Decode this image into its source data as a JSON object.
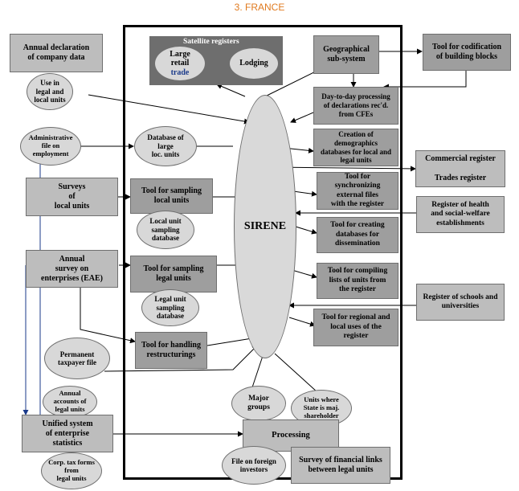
{
  "title": "3. FRANCE",
  "center": {
    "label": "SIRENE"
  },
  "satellite": {
    "title": "Satellite registers",
    "large_retail": "Large\nretail",
    "trade": "trade",
    "lodging": "Lodging"
  },
  "inside": {
    "geo": "Geographical\nsub-system",
    "day_to_day": "Day-to-day processing\nof declarations rec'd.\nfrom CFEs",
    "demographics": "Creation of\ndemographics\ndatabases for local and\nlegal units",
    "sync": "Tool for\nsynchronizing\nexternal files\nwith the register",
    "dissemination": "Tool for creating\ndatabases for\ndissemination",
    "compiling": "Tool for compiling\nlists of units from\nthe register",
    "regional": "Tool for regional and\nlocal uses of the\nregister",
    "db_large": "Database of\nlarge\nloc. units",
    "sampling_local": "Tool for sampling\nlocal units",
    "local_unit_db": "Local unit\nsampling\ndatabase",
    "sampling_legal": "Tool for sampling\nlegal units",
    "legal_unit_db": "Legal unit\nsampling\ndatabase",
    "restructurings": "Tool for handling\nrestructurings",
    "major_groups": "Major\ngroups",
    "state_units": "Units where\nState is maj.\nshareholder"
  },
  "outside": {
    "annual_declaration": "Annual declaration\nof company data",
    "use_in": "Use in\nlegal and\nlocal units",
    "admin_file": "Administrative\nfile on\nemployment",
    "surveys": "Surveys\nof\nlocal units",
    "eae": "Annual\nsurvey on\nenterprises (EAE)",
    "permanent_taxpayer": "Permanent\ntaxpayer file",
    "annual_accounts": "Annual\naccounts of\nlegal units",
    "unified": "Unified system\nof enterprise\nstatistics",
    "corp_tax": "Corp. tax forms\nfrom\nlegal units",
    "codification": "Tool for codification\nof building blocks",
    "commercial": "Commercial register\n\nTrades register",
    "health": "Register of health\nand social-welfare\nestablishments",
    "schools": "Register of schools and\nuniversities",
    "processing": "Processing",
    "foreign": "File on foreign\ninvestors",
    "financial_links": "Survey of financial links\nbetween legal units"
  },
  "colors": {
    "box": "#9e9e9e",
    "dark_box": "#6e6e6e",
    "ellipse": "#d8d8d8",
    "title": "#e07a1f",
    "frame": "#000000"
  }
}
